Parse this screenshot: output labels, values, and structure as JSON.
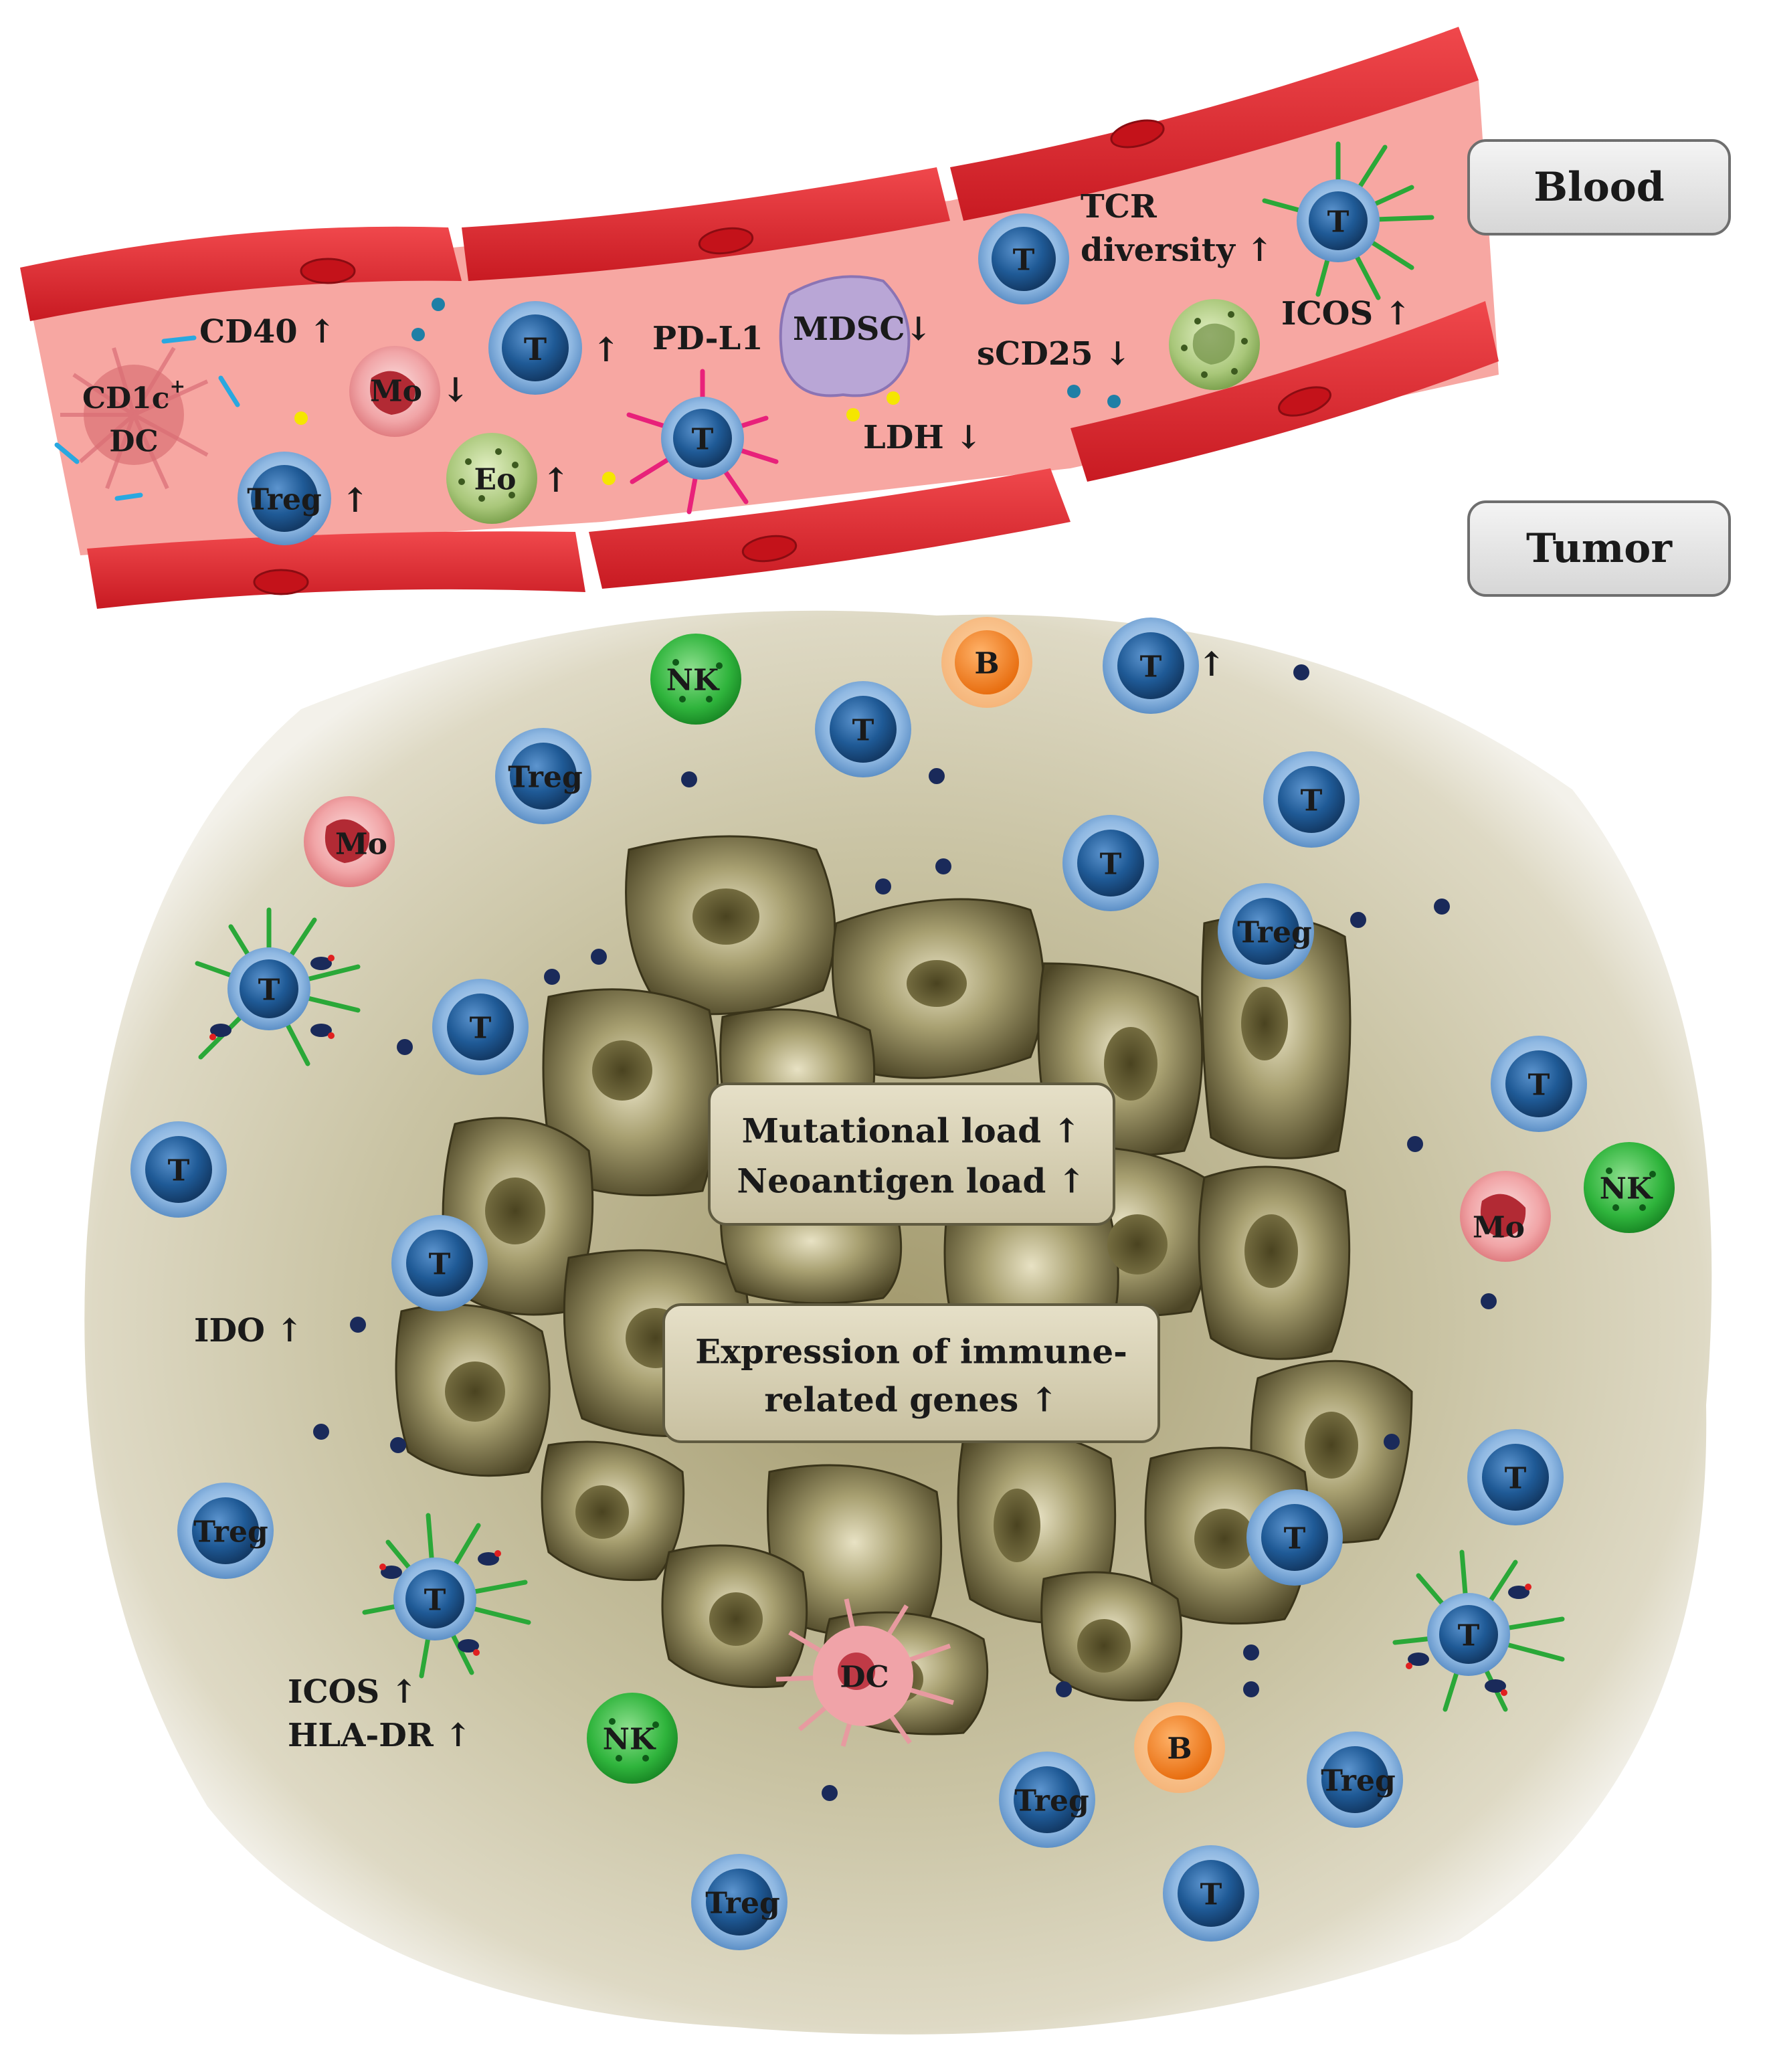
{
  "side_labels": {
    "blood": "Blood",
    "tumor": "Tumor"
  },
  "blood": {
    "cd40": "CD40 ↑",
    "cd1c_line1": "CD1c",
    "cd1c_sup": "+",
    "cd1c_line2": "DC",
    "mo": "Mo",
    "mo_arrow": "↓",
    "t_cell": "T",
    "t_arrow": "↑",
    "treg": "Treg",
    "treg_arrow": "↑",
    "eo": "Eo",
    "eo_arrow": "↑",
    "pdl1": "PD-L1",
    "pdl1_t": "T",
    "mdsc": "MDSC↓",
    "ldh": "LDH ↓",
    "tcr_t": "T",
    "tcr_line1": "TCR",
    "tcr_line2": "diversity ↑",
    "scd25": "sCD25 ↓",
    "icos_t": "T",
    "icos": "ICOS ↑"
  },
  "tumor": {
    "box1_line1": "Mutational load ↑",
    "box1_line2": "Neoantigen load ↑",
    "box2_line1": "Expression of immune-",
    "box2_line2": "related genes ↑",
    "ido": "IDO ↑",
    "icos": "ICOS ↑",
    "hladr": "HLA-DR ↑",
    "t_up_arrow": "↑",
    "cells": {
      "t": "T",
      "treg": "Treg",
      "nk": "NK",
      "b": "B",
      "mo": "Mo",
      "dc": "DC"
    }
  },
  "colors": {
    "vessel": "#e8242a",
    "lumen": "#f7a7a2",
    "t_outer": "#9fc3ea",
    "t_inner": "#1f5a96",
    "nk": "#3dbb4a",
    "b": "#f08a2c",
    "mo": "#f2a4a6",
    "tumor": "#cbc5a6",
    "tumor_cell": "#6b6237"
  }
}
